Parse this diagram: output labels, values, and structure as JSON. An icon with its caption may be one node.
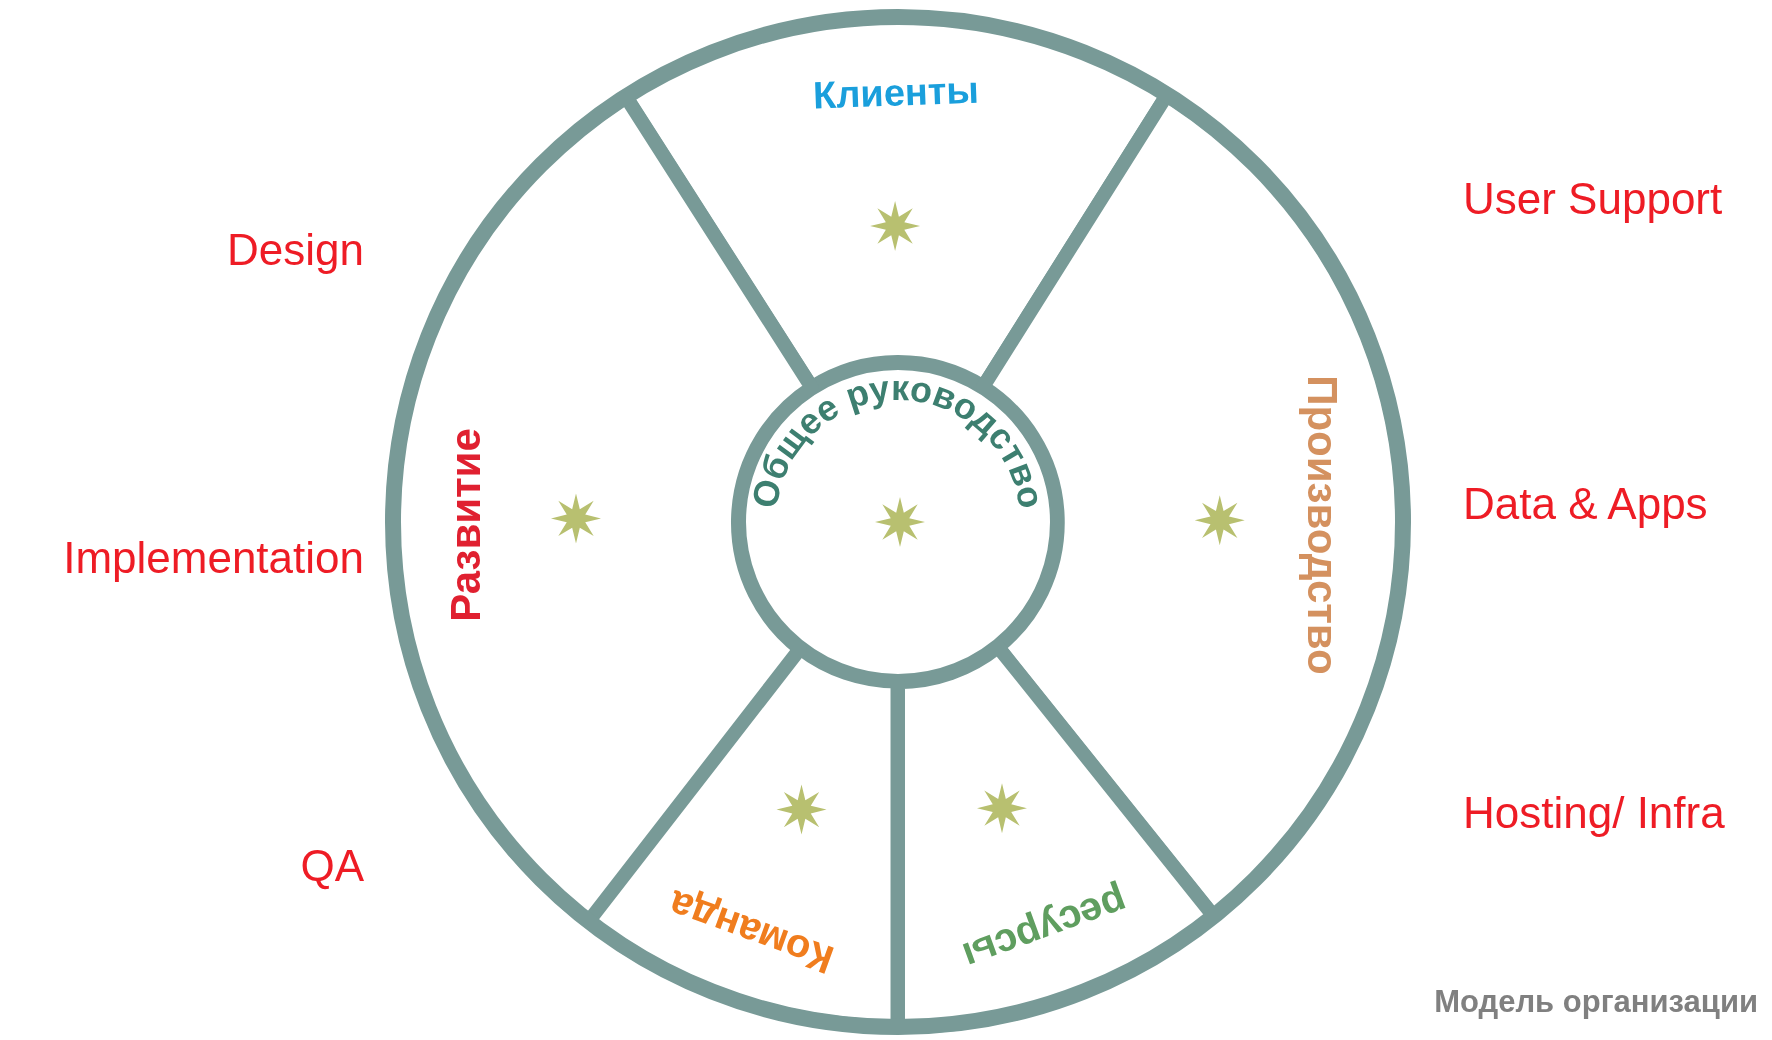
{
  "diagram": {
    "caption": "Модель организации",
    "nodes": [
      {
        "text": [
          "Общее руководство"
        ]
      },
      {
        "text": [
          "Клиенты"
        ]
      },
      {
        "text": [
          "Производство"
        ]
      },
      {
        "text": [
          "ресурсы"
        ]
      },
      {
        "text": [
          "Команда"
        ]
      },
      {
        "text": [
          "Развитие"
        ]
      }
    ],
    "labels": [
      "User Support",
      "Design",
      "Data & Apps",
      "Implementation",
      "Hosting/ Infra",
      "QA"
    ]
  }
}
